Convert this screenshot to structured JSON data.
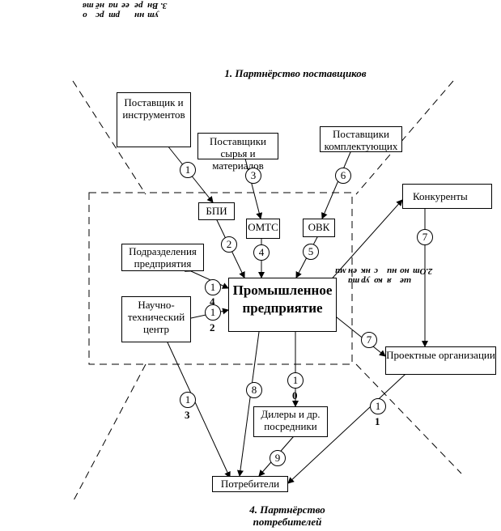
{
  "headings": {
    "top": "1. Партнёрство поставщиков",
    "bottom": "4. Партнёрство потребителей",
    "left_vertical": "3. Внутреннее партнёрство",
    "right_vertical": "2. Отношения с конкурентами"
  },
  "left_vertical_rows": [
    "3.",
    "Вн",
    "ут",
    "ре",
    "нн",
    "ее",
    "па",
    "рт",
    "нё",
    "рс",
    "тв",
    "о"
  ],
  "right_vertical_rows": [
    "2.",
    "От",
    "но",
    "ше",
    "ни",
    "я",
    "с",
    "ко",
    "нк",
    "ур",
    "ен",
    "та",
    "ми"
  ],
  "boxes": {
    "tools": "Поставщик и инструментов",
    "raw": "Поставщики сырья и материалов",
    "components": "Поставщики комплектующих",
    "competitors": "Конкуренты",
    "bpi": "БПИ",
    "omt": "ОМТС",
    "ovk": "ОВК",
    "divisions": "Подразделения предприятия",
    "rnd": "Научно-технический центр",
    "enterprise": "Промышленное предприятие",
    "design": "Проектные организации",
    "dealers": "Дилеры и др. посредники",
    "consumers": "Потребители"
  },
  "circles": {
    "c1": "1",
    "c2": "2",
    "c3": "3",
    "c4": "4",
    "c5": "5",
    "c6": "6",
    "c7a": "7",
    "c7b": "7",
    "c8": "8",
    "c9": "9",
    "c10": "1",
    "c10s": "0",
    "c11": "1",
    "c11s": "1",
    "c12": "1",
    "c12s": "2",
    "c13": "1",
    "c13s": "3",
    "c14": "1",
    "c14s": "4"
  }
}
